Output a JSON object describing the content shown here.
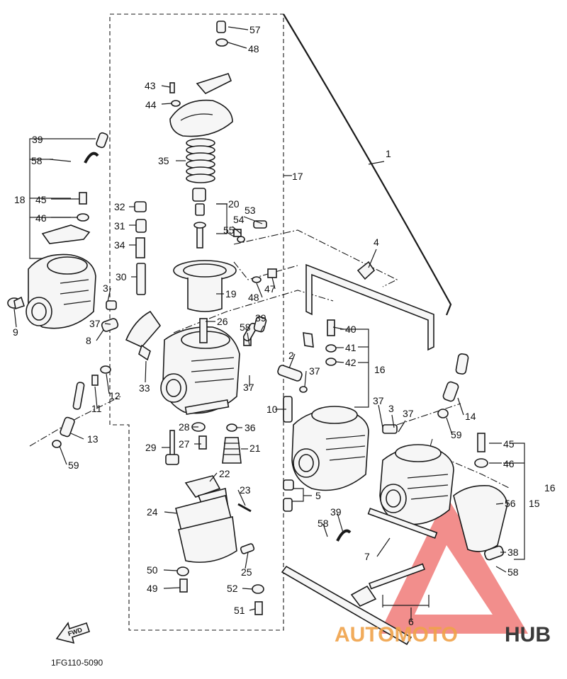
{
  "diagram_code": "1FG110-5090",
  "fwd_label": "FWD",
  "watermark": {
    "part_a": "AUTOMOTO",
    "part_b": "HUB",
    "color_a": "#f0a24a",
    "color_b": "#3a3a3a",
    "triangle_color": "#e8322d"
  },
  "callouts": [
    {
      "id": "c57",
      "text": "57"
    },
    {
      "id": "c48a",
      "text": "48"
    },
    {
      "id": "c43",
      "text": "43"
    },
    {
      "id": "c44",
      "text": "44"
    },
    {
      "id": "c35",
      "text": "35"
    },
    {
      "id": "c20",
      "text": "20"
    },
    {
      "id": "c53",
      "text": "53"
    },
    {
      "id": "c54",
      "text": "54"
    },
    {
      "id": "c55",
      "text": "55"
    },
    {
      "id": "c17",
      "text": "17"
    },
    {
      "id": "c1",
      "text": "1"
    },
    {
      "id": "c39a",
      "text": "39"
    },
    {
      "id": "c58a",
      "text": "58"
    },
    {
      "id": "c18",
      "text": "18"
    },
    {
      "id": "c45a",
      "text": "45"
    },
    {
      "id": "c46a",
      "text": "46"
    },
    {
      "id": "c32",
      "text": "32"
    },
    {
      "id": "c31",
      "text": "31"
    },
    {
      "id": "c34",
      "text": "34"
    },
    {
      "id": "c30",
      "text": "30"
    },
    {
      "id": "c19",
      "text": "19"
    },
    {
      "id": "c4",
      "text": "4"
    },
    {
      "id": "c48b",
      "text": "48"
    },
    {
      "id": "c47",
      "text": "47"
    },
    {
      "id": "c3a",
      "text": "3"
    },
    {
      "id": "c37a",
      "text": "37"
    },
    {
      "id": "c9",
      "text": "9"
    },
    {
      "id": "c8",
      "text": "8"
    },
    {
      "id": "c26",
      "text": "26"
    },
    {
      "id": "c58b",
      "text": "58"
    },
    {
      "id": "c39b",
      "text": "39"
    },
    {
      "id": "c40",
      "text": "40"
    },
    {
      "id": "c41",
      "text": "41"
    },
    {
      "id": "c42",
      "text": "42"
    },
    {
      "id": "c16a",
      "text": "16"
    },
    {
      "id": "c2",
      "text": "2"
    },
    {
      "id": "c37b",
      "text": "37"
    },
    {
      "id": "c12",
      "text": "12"
    },
    {
      "id": "c11",
      "text": "11"
    },
    {
      "id": "c33",
      "text": "33"
    },
    {
      "id": "c37c",
      "text": "37"
    },
    {
      "id": "c10",
      "text": "10"
    },
    {
      "id": "c37d",
      "text": "37"
    },
    {
      "id": "c3b",
      "text": "3"
    },
    {
      "id": "c37e",
      "text": "37"
    },
    {
      "id": "c14",
      "text": "14"
    },
    {
      "id": "c59a",
      "text": "59"
    },
    {
      "id": "c13",
      "text": "13"
    },
    {
      "id": "c28",
      "text": "28"
    },
    {
      "id": "c36",
      "text": "36"
    },
    {
      "id": "c29",
      "text": "29"
    },
    {
      "id": "c27",
      "text": "27"
    },
    {
      "id": "c21",
      "text": "21"
    },
    {
      "id": "c45b",
      "text": "45"
    },
    {
      "id": "c46b",
      "text": "46"
    },
    {
      "id": "c59b",
      "text": "59"
    },
    {
      "id": "c22",
      "text": "22"
    },
    {
      "id": "c16b",
      "text": "16"
    },
    {
      "id": "c23",
      "text": "23"
    },
    {
      "id": "c24",
      "text": "24"
    },
    {
      "id": "c5",
      "text": "5"
    },
    {
      "id": "c56",
      "text": "56"
    },
    {
      "id": "c15",
      "text": "15"
    },
    {
      "id": "c39c",
      "text": "39"
    },
    {
      "id": "c58c",
      "text": "58"
    },
    {
      "id": "c7",
      "text": "7"
    },
    {
      "id": "c38",
      "text": "38"
    },
    {
      "id": "c58d",
      "text": "58"
    },
    {
      "id": "c25",
      "text": "25"
    },
    {
      "id": "c50",
      "text": "50"
    },
    {
      "id": "c49",
      "text": "49"
    },
    {
      "id": "c52",
      "text": "52"
    },
    {
      "id": "c51",
      "text": "51"
    },
    {
      "id": "c6",
      "text": "6"
    }
  ]
}
